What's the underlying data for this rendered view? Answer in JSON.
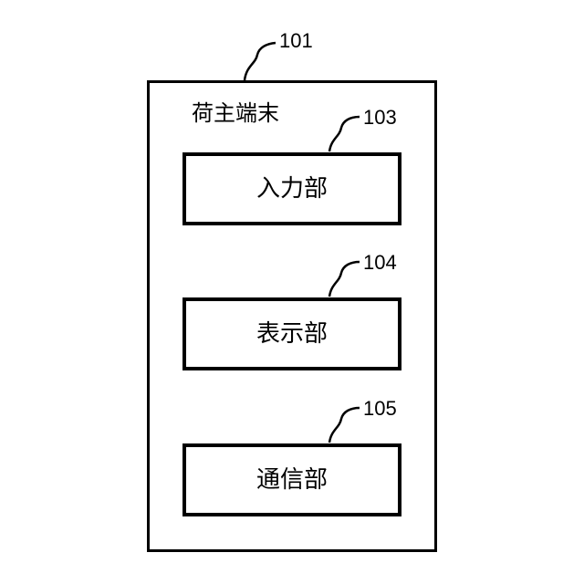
{
  "terminal": {
    "ref": "101",
    "title": "荷主端末"
  },
  "units": [
    {
      "ref": "103",
      "label": "入力部"
    },
    {
      "ref": "104",
      "label": "表示部"
    },
    {
      "ref": "105",
      "label": "通信部"
    }
  ]
}
